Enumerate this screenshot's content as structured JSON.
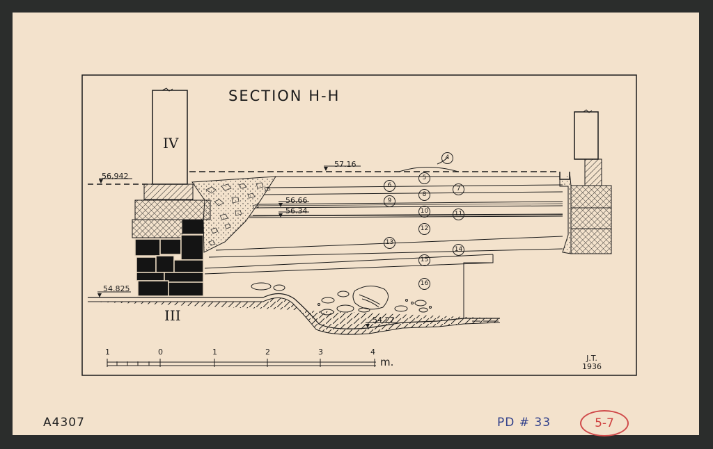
{
  "title": "SECTION H-H",
  "elevations": {
    "top": "57.16",
    "left_top": "56,942",
    "mid_upper": "56.66",
    "mid_lower": "56.34",
    "left_base": "54.825",
    "trench_bottom": "54.27"
  },
  "walls": {
    "upper": "IV",
    "lower": "III"
  },
  "layer_numbers": [
    "4",
    "5",
    "6",
    "7",
    "8",
    "9",
    "10",
    "11",
    "12",
    "13",
    "14",
    "15",
    "16"
  ],
  "scale": {
    "ticks": [
      "1",
      "0",
      "1",
      "2",
      "3",
      "4"
    ],
    "unit": "m."
  },
  "initials": "J.T.",
  "year": "1936",
  "catalog_number": "A4307",
  "pd_number": "PD # 33",
  "stamp": "5-7",
  "colors": {
    "paper": "#f3e2cc",
    "ink": "#1b1b1b",
    "stamp": "#d04a4a",
    "pd_ink": "#2f3f8a"
  }
}
